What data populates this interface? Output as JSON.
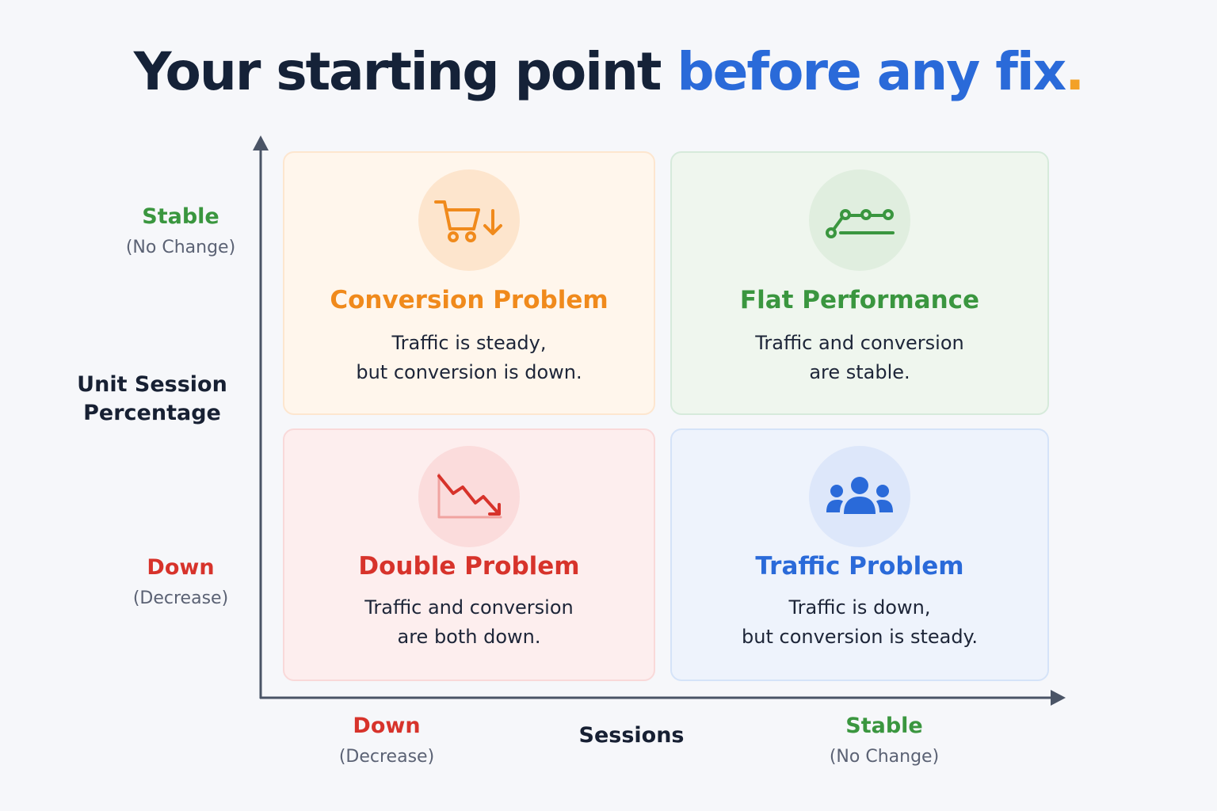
{
  "title": {
    "main": "Your starting point ",
    "accent": "before any fix",
    "dot": "."
  },
  "y_axis": {
    "title": [
      "Unit Session",
      "Percentage"
    ],
    "top": {
      "level": "Stable",
      "note": "(No Change)"
    },
    "bottom": {
      "level": "Down",
      "note": "(Decrease)"
    }
  },
  "x_axis": {
    "title": "Sessions",
    "left": {
      "level": "Down",
      "note": "(Decrease)"
    },
    "right": {
      "level": "Stable",
      "note": "(No Change)"
    }
  },
  "quadrants": [
    {
      "title": "Conversion Problem",
      "lines": [
        "Traffic is steady,",
        "but conversion is down."
      ],
      "icon": "cart-down-icon",
      "color": "#f08a1c"
    },
    {
      "title": "Flat Performance",
      "lines": [
        "Traffic and conversion",
        "are stable."
      ],
      "icon": "flat-line-icon",
      "color": "#3a963f"
    },
    {
      "title": "Double Problem",
      "lines": [
        "Traffic and conversion",
        "are both down."
      ],
      "icon": "trend-down-icon",
      "color": "#d7332b"
    },
    {
      "title": "Traffic Problem",
      "lines": [
        "Traffic is down,",
        "but conversion is steady."
      ],
      "icon": "users-icon",
      "color": "#2a6ad9"
    }
  ]
}
